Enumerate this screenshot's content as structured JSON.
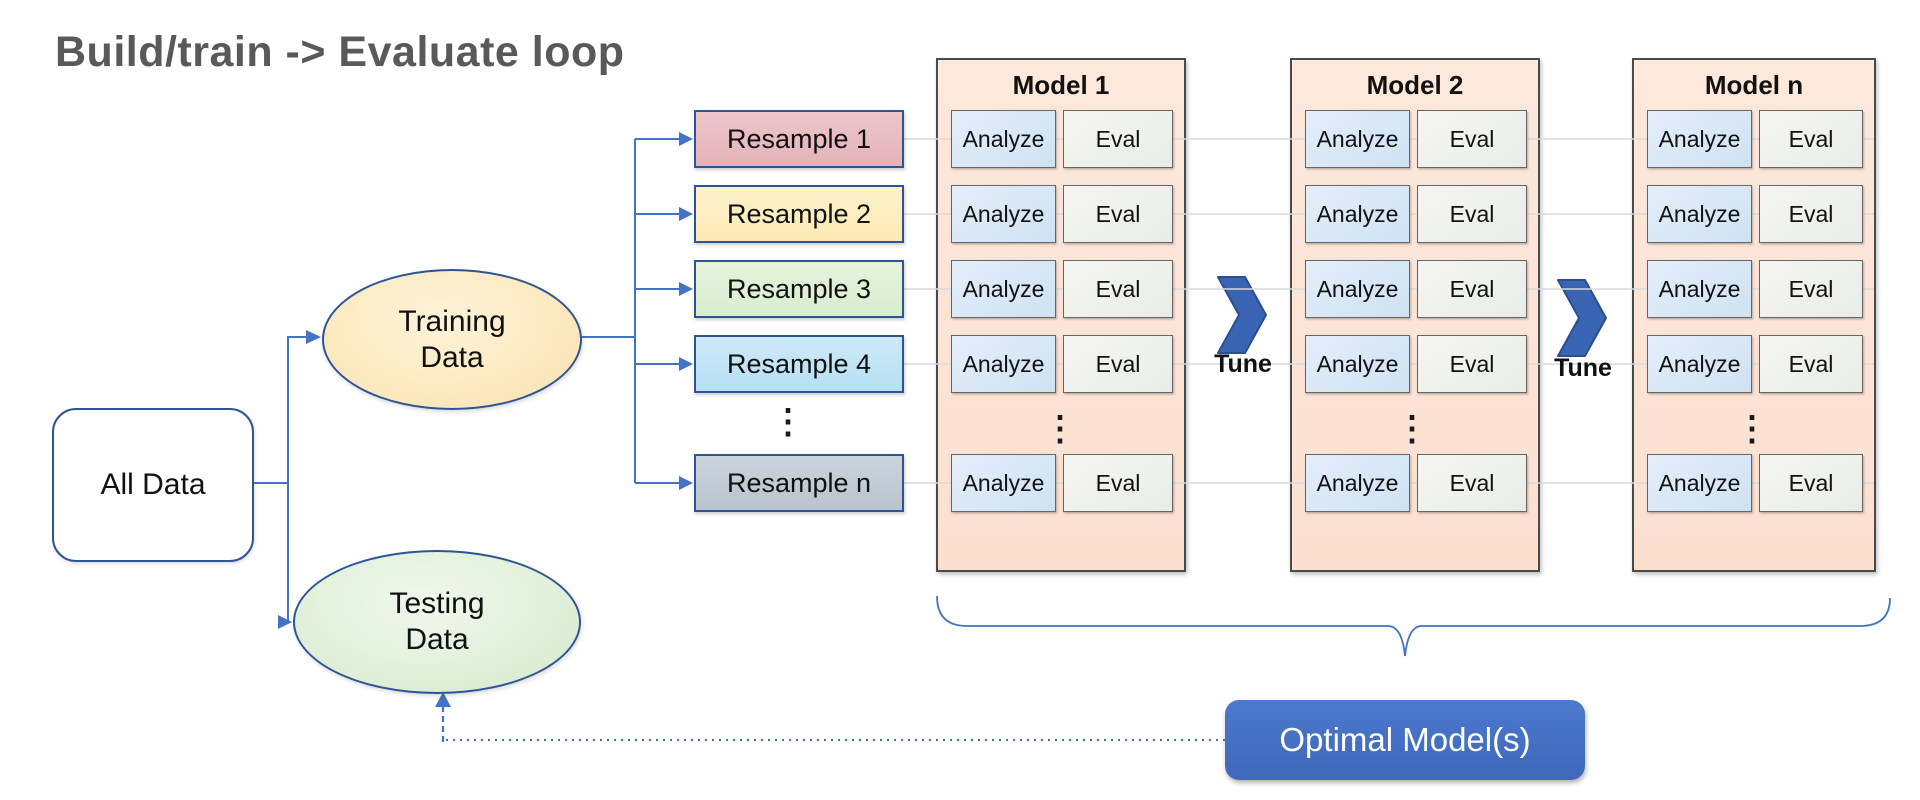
{
  "title": "Build/train -> Evaluate loop",
  "nodes": {
    "all_data": {
      "label": "All Data"
    },
    "training": {
      "line1": "Training",
      "line2": "Data"
    },
    "testing": {
      "line1": "Testing",
      "line2": "Data"
    }
  },
  "resamples": [
    {
      "label": "Resample 1",
      "fill": "#e5bcc0"
    },
    {
      "label": "Resample 2",
      "fill": "#fdeec1"
    },
    {
      "label": "Resample 3",
      "fill": "#def0d6"
    },
    {
      "label": "Resample 4",
      "fill": "#c0e5f6"
    },
    {
      "label": "Resample n",
      "fill": "#c2cbd4"
    }
  ],
  "ellipsis": "⋮",
  "models": [
    {
      "title": "Model 1"
    },
    {
      "title": "Model 2"
    },
    {
      "title": "Model n"
    }
  ],
  "cells": {
    "analyze": "Analyze",
    "eval": "Eval"
  },
  "tune": {
    "label": "Tune"
  },
  "optimal": {
    "label": "Optimal Model(s)"
  },
  "colors": {
    "connector_blue": "#4472c4",
    "shape_border_navy": "#2f5496",
    "model_fill": "#fbe0d0",
    "model_border": "#4a4a4a",
    "analyze_fill": "#d6e6f5",
    "eval_fill": "#eef0ec",
    "chevron_blue": "#3a64b4",
    "optimal_fill": "#4472c4",
    "title_gray": "#595959"
  }
}
